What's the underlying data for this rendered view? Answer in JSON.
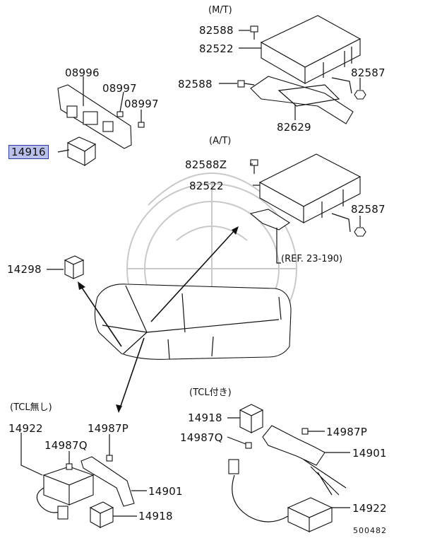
{
  "sections": {
    "mt": "(M/T)",
    "at": "(A/T)",
    "ref": "(REF. 23-190)",
    "tcl_without": "(TCL無し)",
    "tcl_with": "(TCL付き)"
  },
  "parts": {
    "p82588_mt": "82588",
    "p82522_mt": "82522",
    "p82588_mid": "82588",
    "p82587_mt": "82587",
    "p82629": "82629",
    "p08996": "08996",
    "p08997_a": "08997",
    "p08997_b": "08997",
    "p14916": "14916",
    "p82588z": "82588Z",
    "p82522_at": "82522",
    "p82587_at": "82587",
    "p14298": "14298",
    "p14922_left": "14922",
    "p14987q_left": "14987Q",
    "p14987p_left": "14987P",
    "p14901_left": "14901",
    "p14918_left": "14918",
    "p14918_right": "14918",
    "p14987q_right": "14987Q",
    "p14987p_right": "14987P",
    "p14901_right": "14901",
    "p14922_right": "14922"
  },
  "highlighted_part": "14916",
  "colors": {
    "highlight_fill": "#b9c0ea",
    "highlight_border": "#2c3aa0",
    "line": "#111111"
  },
  "diagram_number": "500482"
}
